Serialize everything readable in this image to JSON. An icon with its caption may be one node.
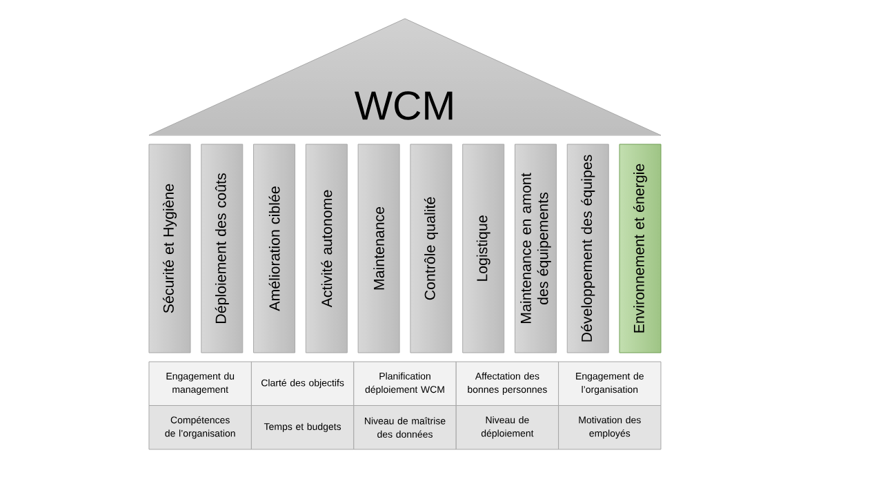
{
  "diagram": {
    "nodes": [
      {
        "text": [
          "WCM"
        ]
      },
      {
        "text": [
          "Sécurité et Hygiène"
        ]
      },
      {
        "text": [
          "Déploiement des coûts"
        ]
      },
      {
        "text": [
          "Amélioration ciblée"
        ]
      },
      {
        "text": [
          "Activité autonome"
        ]
      },
      {
        "text": [
          "Maintenance"
        ]
      },
      {
        "text": [
          "Contrôle qualité"
        ]
      },
      {
        "text": [
          "Logistique"
        ]
      },
      {
        "text": [
          "Maintenance en amont des équipements"
        ]
      },
      {
        "text": [
          "Développement des équipes"
        ]
      },
      {
        "text": [
          "Environnement et énergie"
        ]
      }
    ],
    "labels": [
      "Engagement du management",
      "Clarté des objectifs",
      "Planification déploiement WCM",
      "Affectation des bonnes personnes",
      "Engagement de l’organisation",
      "Compétences de l’organisation",
      "Temps et budgets",
      "Niveau de maîtrise des données",
      "Niveau de déploiement",
      "Motivation des employés"
    ]
  }
}
